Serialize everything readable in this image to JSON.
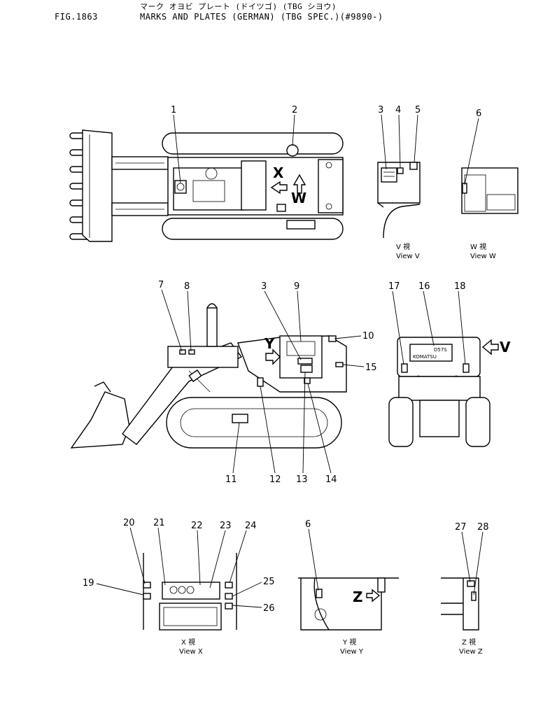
{
  "header": {
    "figure_number": "FIG.1863",
    "title_japanese": "マーク オヨビ プレート (ドイツゴ) (TBG シヨウ)",
    "title_english": "MARKS AND PLATES (GERMAN) (TBG SPEC.)(#9890-)"
  },
  "callouts": [
    "1",
    "2",
    "3",
    "4",
    "5",
    "6",
    "7",
    "8",
    "3",
    "9",
    "10",
    "15",
    "17",
    "16",
    "18",
    "11",
    "12",
    "13",
    "14",
    "20",
    "21",
    "22",
    "23",
    "24",
    "19",
    "25",
    "26",
    "6",
    "27",
    "28"
  ],
  "view_letters": {
    "top_view_x": "X",
    "top_view_w": "W",
    "side_view_y": "Y",
    "rear_view_v": "V",
    "view_y_z": "Z"
  },
  "view_captions": [
    {
      "japanese": "V 視",
      "english": "View V"
    },
    {
      "japanese": "W 視",
      "english": "View W"
    },
    {
      "japanese": "X 視",
      "english": "View X"
    },
    {
      "japanese": "Y 視",
      "english": "View Y"
    },
    {
      "japanese": "Z 視",
      "english": "View Z"
    }
  ],
  "plate_texts": {
    "komatsu_plate": "KOMATSU",
    "model_plate": "D57S"
  }
}
